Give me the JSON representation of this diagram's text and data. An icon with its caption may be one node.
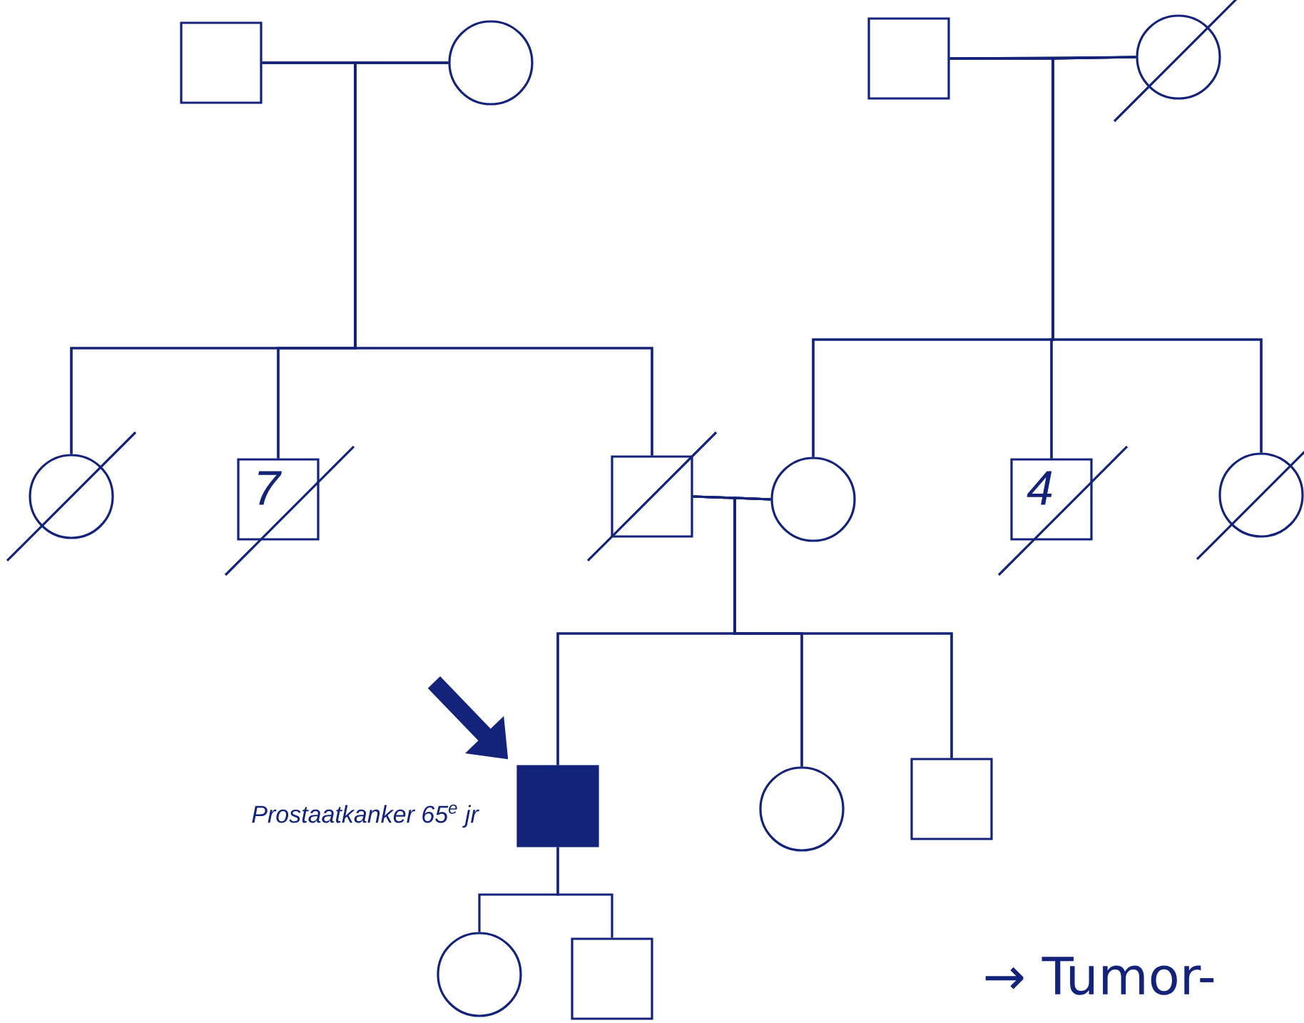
{
  "diagram": {
    "nodes": [
      {
        "text": [],
        "shape": "box"
      },
      {
        "text": [],
        "shape": "circle"
      },
      {
        "text": [],
        "shape": "box"
      },
      {
        "text": [],
        "shape": "circle"
      },
      {
        "text": [],
        "shape": "circle"
      },
      {
        "text": [
          "7"
        ]
      },
      {
        "text": [],
        "shape": "box"
      },
      {
        "text": [],
        "shape": "circle"
      },
      {
        "text": [
          "4"
        ]
      },
      {
        "text": [],
        "shape": "circle"
      },
      {
        "text": [],
        "shape": "box",
        "beside": [
          "Prostaatkanker 65$^{e}$ jr"
        ]
      },
      {
        "text": [],
        "shape": "circle"
      },
      {
        "text": [],
        "shape": "box"
      },
      {
        "text": [],
        "shape": "circle"
      },
      {
        "text": [],
        "shape": "box"
      }
    ],
    "edges": [
      {
        "from": 0,
        "to": 1,
        "arrow": "none"
      },
      {
        "from": 2,
        "to": 3,
        "arrow": "none"
      },
      {
        "from": 0,
        "to": 4,
        "arrow": "none"
      },
      {
        "from": 0,
        "to": 5,
        "arrow": "none"
      },
      {
        "from": 0,
        "to": 6,
        "arrow": "none"
      },
      {
        "from": 1,
        "to": 4,
        "arrow": "none"
      },
      {
        "from": 1,
        "to": 5,
        "arrow": "none"
      },
      {
        "from": 1,
        "to": 6,
        "arrow": "none"
      },
      {
        "from": 2,
        "to": 7,
        "arrow": "none"
      },
      {
        "from": 2,
        "to": 8,
        "arrow": "none"
      },
      {
        "from": 2,
        "to": 9,
        "arrow": "none"
      },
      {
        "from": 3,
        "to": 7,
        "arrow": "none"
      },
      {
        "from": 3,
        "to": 8,
        "arrow": "none"
      },
      {
        "from": 3,
        "to": 9,
        "arrow": "none"
      },
      {
        "from": 6,
        "to": 7,
        "arrow": "none"
      },
      {
        "from": 6,
        "to": 10,
        "arrow": "none"
      },
      {
        "from": 6,
        "to": 11,
        "arrow": "none"
      },
      {
        "from": 6,
        "to": 12,
        "arrow": "none"
      },
      {
        "from": 7,
        "to": 10,
        "arrow": "none"
      },
      {
        "from": 7,
        "to": 11,
        "arrow": "none"
      },
      {
        "from": 7,
        "to": 12,
        "arrow": "none"
      },
      {
        "from": 10,
        "to": 13,
        "arrow": "none"
      },
      {
        "from": 10,
        "to": 14,
        "arrow": "none"
      },
      {
        "from": null,
        "to": 10,
        "arrow": "to",
        "style": "thick"
      }
    ],
    "labels": [
      "→ Tumor-"
    ]
  }
}
